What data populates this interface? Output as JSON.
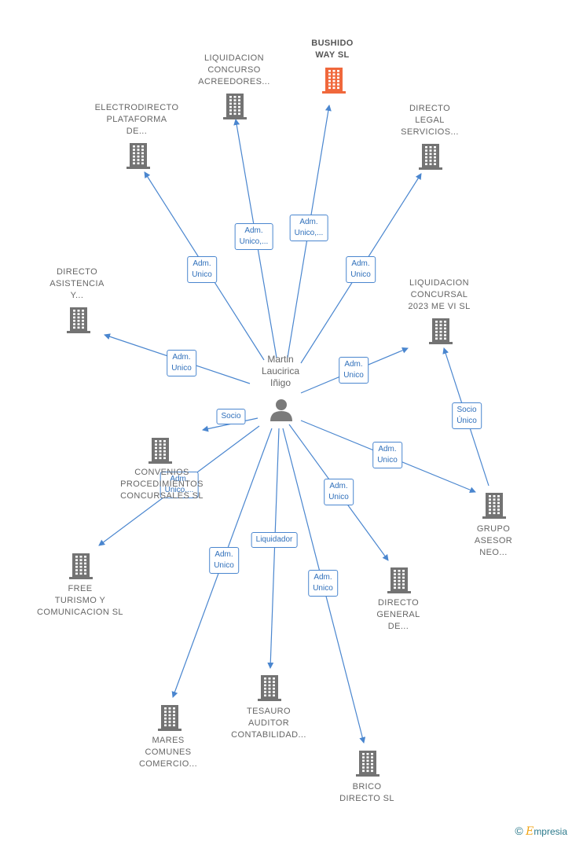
{
  "center": {
    "lines": [
      "Martin",
      "Laucirica",
      "Iñigo"
    ],
    "icon": "person-icon",
    "color": "#7a7a7a"
  },
  "colors": {
    "company": "#737373",
    "highlight": "#f0683c",
    "edge": "#4a86cf",
    "edge_text": "#2f6fba"
  },
  "nodes": [
    {
      "id": "liquidacion-concurso",
      "lines": [
        "LIQUIDACION",
        "CONCURSO",
        "ACREEDORES..."
      ],
      "icon": "building-icon"
    },
    {
      "id": "bushido-way",
      "lines": [
        "BUSHIDO",
        "WAY  SL"
      ],
      "icon": "building-icon",
      "highlight": true
    },
    {
      "id": "electrodirecto",
      "lines": [
        "ELECTRODIRECTO",
        "PLATAFORMA",
        "DE..."
      ],
      "icon": "building-icon"
    },
    {
      "id": "directo-legal",
      "lines": [
        "DIRECTO",
        "LEGAL",
        "SERVICIOS..."
      ],
      "icon": "building-icon"
    },
    {
      "id": "directo-asistencia",
      "lines": [
        "DIRECTO",
        "ASISTENCIA",
        "Y..."
      ],
      "icon": "building-icon"
    },
    {
      "id": "liquidacion-concursal",
      "lines": [
        "LIQUIDACION",
        "CONCURSAL",
        "2023 ME VI  SL"
      ],
      "icon": "building-icon"
    },
    {
      "id": "convenios",
      "lines": [
        "CONVENIOS",
        "PROCEDIMIENTOS",
        "CONCURSALES SL"
      ],
      "icon": "building-icon"
    },
    {
      "id": "grupo-asesor",
      "lines": [
        "GRUPO",
        "ASESOR",
        "NEO..."
      ],
      "icon": "building-icon"
    },
    {
      "id": "free-turismo",
      "lines": [
        "FREE",
        "TURISMO Y",
        "COMUNICACION SL"
      ],
      "icon": "building-icon"
    },
    {
      "id": "directo-general",
      "lines": [
        "DIRECTO",
        "GENERAL",
        "DE..."
      ],
      "icon": "building-icon"
    },
    {
      "id": "tesauro",
      "lines": [
        "TESAURO",
        "AUDITOR",
        "CONTABILIDAD..."
      ],
      "icon": "building-icon"
    },
    {
      "id": "mares-comunes",
      "lines": [
        "MARES",
        "COMUNES",
        "COMERCIO..."
      ],
      "icon": "building-icon"
    },
    {
      "id": "brico-directo",
      "lines": [
        "BRICO",
        "DIRECTO  SL"
      ],
      "icon": "building-icon"
    }
  ],
  "edges": [
    {
      "from": "center",
      "to": "liquidacion-concurso",
      "lines": [
        "Adm.",
        "Unico,..."
      ]
    },
    {
      "from": "center",
      "to": "bushido-way",
      "lines": [
        "Adm.",
        "Unico,..."
      ]
    },
    {
      "from": "center",
      "to": "electrodirecto",
      "lines": [
        "Adm.",
        "Unico"
      ]
    },
    {
      "from": "center",
      "to": "directo-legal",
      "lines": [
        "Adm.",
        "Unico"
      ]
    },
    {
      "from": "center",
      "to": "directo-asistencia",
      "lines": [
        "Adm.",
        "Unico"
      ]
    },
    {
      "from": "center",
      "to": "liquidacion-concursal",
      "lines": [
        "Adm.",
        "Unico"
      ]
    },
    {
      "from": "center",
      "to": "convenios",
      "lines": [
        "Socio"
      ]
    },
    {
      "from": "center",
      "to": "grupo-asesor",
      "lines": [
        "Adm.",
        "Unico"
      ]
    },
    {
      "from": "center",
      "to": "free-turismo",
      "lines": [
        "Adm.",
        "Unico,..."
      ]
    },
    {
      "from": "center",
      "to": "directo-general",
      "lines": [
        "Adm.",
        "Unico"
      ]
    },
    {
      "from": "center",
      "to": "tesauro",
      "lines": [
        "Liquidador"
      ]
    },
    {
      "from": "center",
      "to": "mares-comunes",
      "lines": [
        "Adm.",
        "Unico"
      ]
    },
    {
      "from": "center",
      "to": "brico-directo",
      "lines": [
        "Adm.",
        "Unico"
      ]
    },
    {
      "from": "grupo-asesor",
      "to": "liquidacion-concursal",
      "lines": [
        "Socio",
        "Único"
      ]
    }
  ],
  "brand": {
    "copyright": "©",
    "initial": "E",
    "rest": "mpresia"
  }
}
